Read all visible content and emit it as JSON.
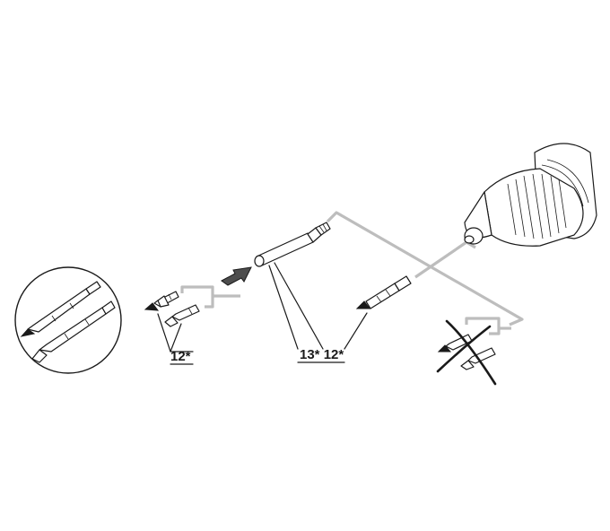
{
  "labels": {
    "bits_count": "12*",
    "holder_and_double_bits": "13* 12*"
  },
  "colors": {
    "line": "#1a1a1a",
    "connector": "#bdbdbd",
    "arrow": "#4d4d4d",
    "background": "#ffffff"
  },
  "icons": [
    "detail-magnifier-circle",
    "screwdriver-bit",
    "magnetic-bit-holder",
    "double-ended-bit",
    "insert-arrow",
    "drill-chuck",
    "prohibited-cross"
  ]
}
